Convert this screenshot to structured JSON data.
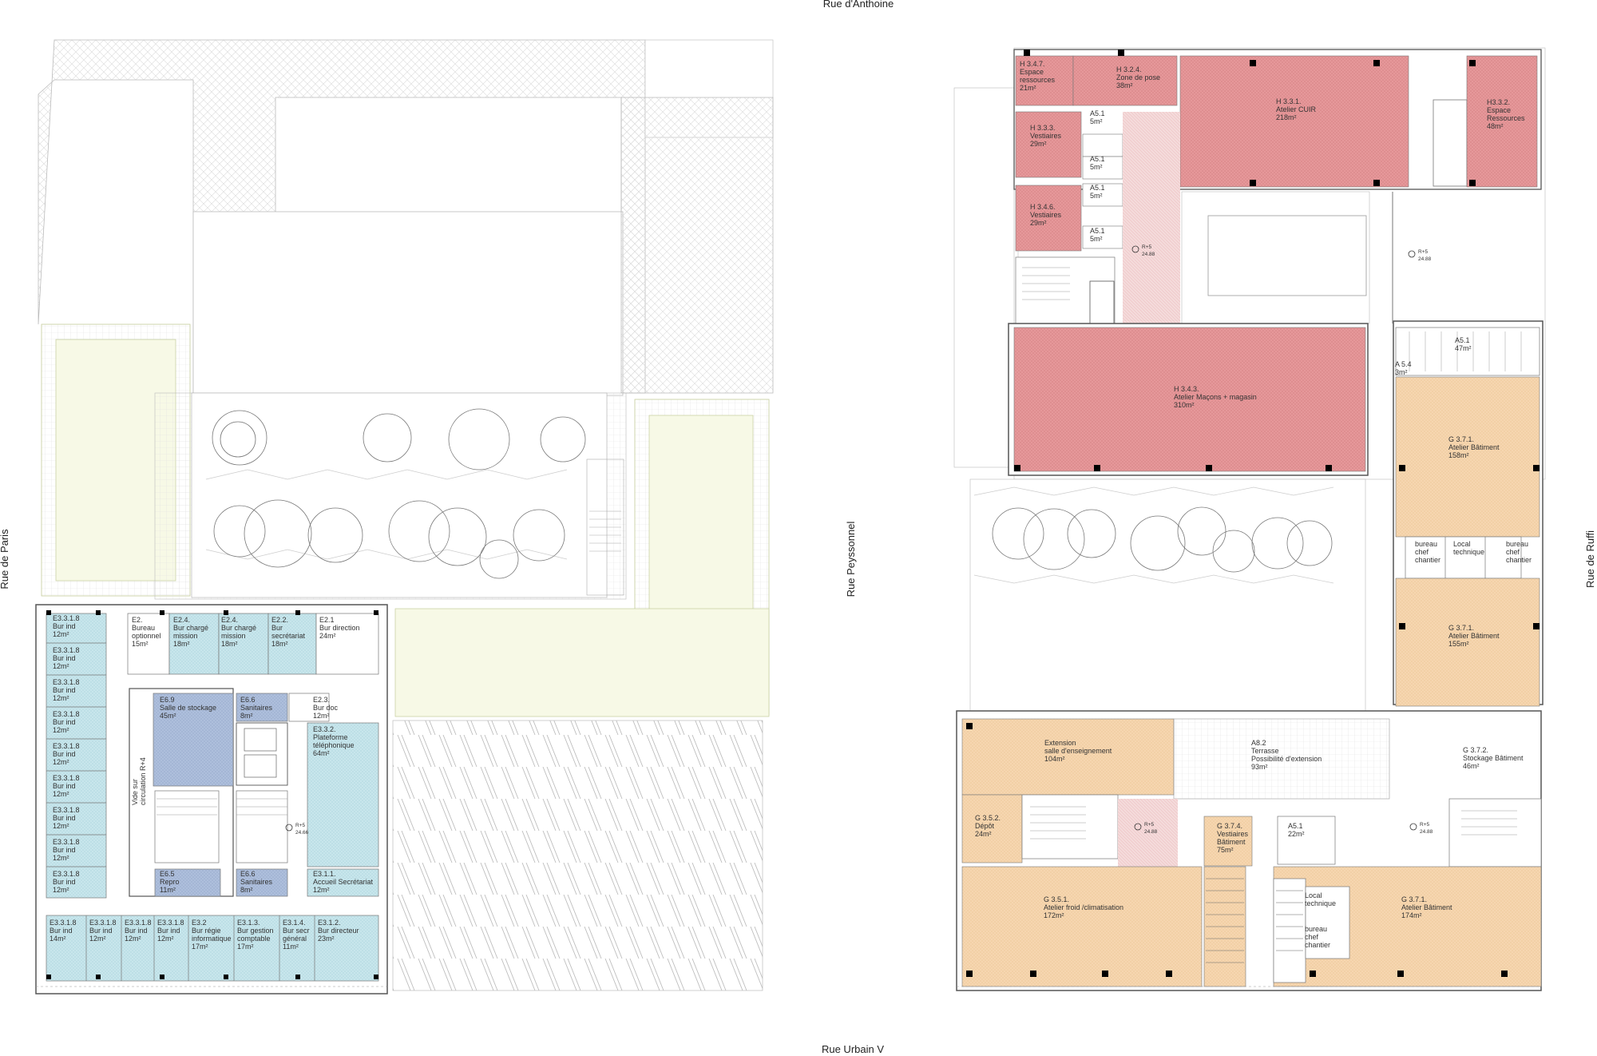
{
  "streets": {
    "north": "Rue d'Anthoine",
    "south": "Rue Urbain V",
    "west": "Rue de Paris",
    "center": "Rue Peyssonnel",
    "east": "Rue de Ruffi"
  },
  "levels": {
    "marker": "R+5",
    "elevation": "24.88",
    "marker_left": "R+5",
    "elevation_left": "24.66"
  },
  "colors": {
    "blue_office": "#c8e6ec",
    "blue_service": "#aebfdc",
    "red_workshop": "#e6989a",
    "orange_workshop": "#f6d6b0",
    "green_terrace": "#f7f9e6",
    "hatch": "#d0d0d0"
  },
  "rooms_left": [
    {
      "l1": "E3.3.1.8",
      "l2": "Bur ind",
      "l3": "12m²"
    },
    {
      "l1": "E3.3.1.8",
      "l2": "Bur ind",
      "l3": "12m²"
    },
    {
      "l1": "E3.3.1.8",
      "l2": "Bur ind",
      "l3": "12m²"
    },
    {
      "l1": "E3.3.1.8",
      "l2": "Bur ind",
      "l3": "12m²"
    },
    {
      "l1": "E3.3.1.8",
      "l2": "Bur ind",
      "l3": "12m²"
    },
    {
      "l1": "E3.3.1.8",
      "l2": "Bur ind",
      "l3": "12m²"
    },
    {
      "l1": "E3.3.1.8",
      "l2": "Bur ind",
      "l3": "12m²"
    },
    {
      "l1": "E3.3.1.8",
      "l2": "Bur ind",
      "l3": "12m²"
    },
    {
      "l1": "E3.3.1.8",
      "l2": "Bur ind",
      "l3": "12m²"
    },
    {
      "l1": "E2.",
      "l2": "Bureau",
      "l3": "optionnel",
      "l4": "15m²"
    },
    {
      "l1": "E2.4.",
      "l2": "Bur chargé",
      "l3": "mission",
      "l4": "18m²"
    },
    {
      "l1": "E2.4.",
      "l2": "Bur chargé",
      "l3": "mission",
      "l4": "18m²"
    },
    {
      "l1": "E2.2.",
      "l2": "Bur",
      "l3": "secrétariat",
      "l4": "18m²"
    },
    {
      "l1": "E2.1",
      "l2": "Bur direction",
      "l3": "24m²"
    },
    {
      "l1": "E6.9",
      "l2": "Salle de stockage",
      "l3": "45m²"
    },
    {
      "l1": "E6.6",
      "l2": "Sanitaires",
      "l3": "8m²"
    },
    {
      "l1": "E2.3.",
      "l2": "Bur doc",
      "l3": "12m²"
    },
    {
      "l1": "E3.3.2.",
      "l2": "Plateforme",
      "l3": "téléphonique",
      "l4": "64m²"
    },
    {
      "l1": "E6.5",
      "l2": "Repro",
      "l3": "11m²"
    },
    {
      "l1": "E6.6",
      "l2": "Sanitaires",
      "l3": "8m²"
    },
    {
      "l1": "E3.1.1.",
      "l2": "Accueil Secrétariat",
      "l3": "12m²"
    },
    {
      "l1": "E3.3.1.8",
      "l2": "Bur ind",
      "l3": "14m²"
    },
    {
      "l1": "E3.3.1.8",
      "l2": "Bur ind",
      "l3": "12m²"
    },
    {
      "l1": "E3.3.1.8",
      "l2": "Bur ind",
      "l3": "12m²"
    },
    {
      "l1": "E3.3.1.8",
      "l2": "Bur ind",
      "l3": "12m²"
    },
    {
      "l1": "E3.2",
      "l2": "Bur régie",
      "l3": "informatique",
      "l4": "17m²"
    },
    {
      "l1": "E3.1.3.",
      "l2": "Bur gestion",
      "l3": "comptable",
      "l4": "17m²"
    },
    {
      "l1": "E3.1.4.",
      "l2": "Bur secr",
      "l3": "général",
      "l4": "11m²"
    },
    {
      "l1": "E3.1.2.",
      "l2": "Bur directeur",
      "l3": "23m²"
    }
  ],
  "void_label": {
    "l1": "Vide sur",
    "l2": "circulation R+4"
  },
  "rooms_right": [
    {
      "l1": "H 3.4.7.",
      "l2": "Espace",
      "l3": "ressources",
      "l4": "21m²"
    },
    {
      "l1": "H 3.2.4.",
      "l2": "Zone de pose",
      "l3": "38m²"
    },
    {
      "l1": "H 3.3.1.",
      "l2": "Atelier CUIR",
      "l3": "218m²"
    },
    {
      "l1": "H3.3.2.",
      "l2": "Espace",
      "l3": "Ressources",
      "l4": "48m²"
    },
    {
      "l1": "A5.1",
      "l2": "5m²"
    },
    {
      "l1": "H 3.3.3.",
      "l2": "Vestiaires",
      "l3": "29m²"
    },
    {
      "l1": "A5.1",
      "l2": "5m²"
    },
    {
      "l1": "A5.1",
      "l2": "5m²"
    },
    {
      "l1": "H 3.4.6.",
      "l2": "Vestiaires",
      "l3": "29m²"
    },
    {
      "l1": "A5.1",
      "l2": "5m²"
    },
    {
      "l1": "H 3.4.3.",
      "l2": "Atelier Maçons + magasin",
      "l3": "310m²"
    },
    {
      "l1": "A5.1",
      "l2": "47m²"
    },
    {
      "l1": "A 5.4",
      "l2": "3m²"
    },
    {
      "l1": "G 3.7.1.",
      "l2": "Atelier Bâtiment",
      "l3": "158m²"
    },
    {
      "l1": "bureau",
      "l2": "chef",
      "l3": "chantier"
    },
    {
      "l1": "Local",
      "l2": "technique"
    },
    {
      "l1": "bureau",
      "l2": "chef",
      "l3": "chantier"
    },
    {
      "l1": "G 3.7.1.",
      "l2": "Atelier Bâtiment",
      "l3": "155m²"
    },
    {
      "l1": "Extension",
      "l2": "salle d'enseignement",
      "l3": "104m²"
    },
    {
      "l1": "A8.2",
      "l2": "Terrasse",
      "l3": "Possibilité d'extension",
      "l4": "93m²"
    },
    {
      "l1": "G 3.7.2.",
      "l2": "Stockage Bâtiment",
      "l3": "46m²"
    },
    {
      "l1": "G 3.5.2.",
      "l2": "Dépôt",
      "l3": "24m²"
    },
    {
      "l1": "G 3.7.4.",
      "l2": "Vestiaires",
      "l3": "Bâtiment",
      "l4": "75m²"
    },
    {
      "l1": "A5.1",
      "l2": "22m²"
    },
    {
      "l1": "G 3.5.1.",
      "l2": "Atelier froid /climatisation",
      "l3": "172m²"
    },
    {
      "l1": "Local",
      "l2": "technique"
    },
    {
      "l1": "bureau",
      "l2": "chef",
      "l3": "chantier"
    },
    {
      "l1": "G 3.7.1.",
      "l2": "Atelier Bâtiment",
      "l3": "174m²"
    }
  ]
}
